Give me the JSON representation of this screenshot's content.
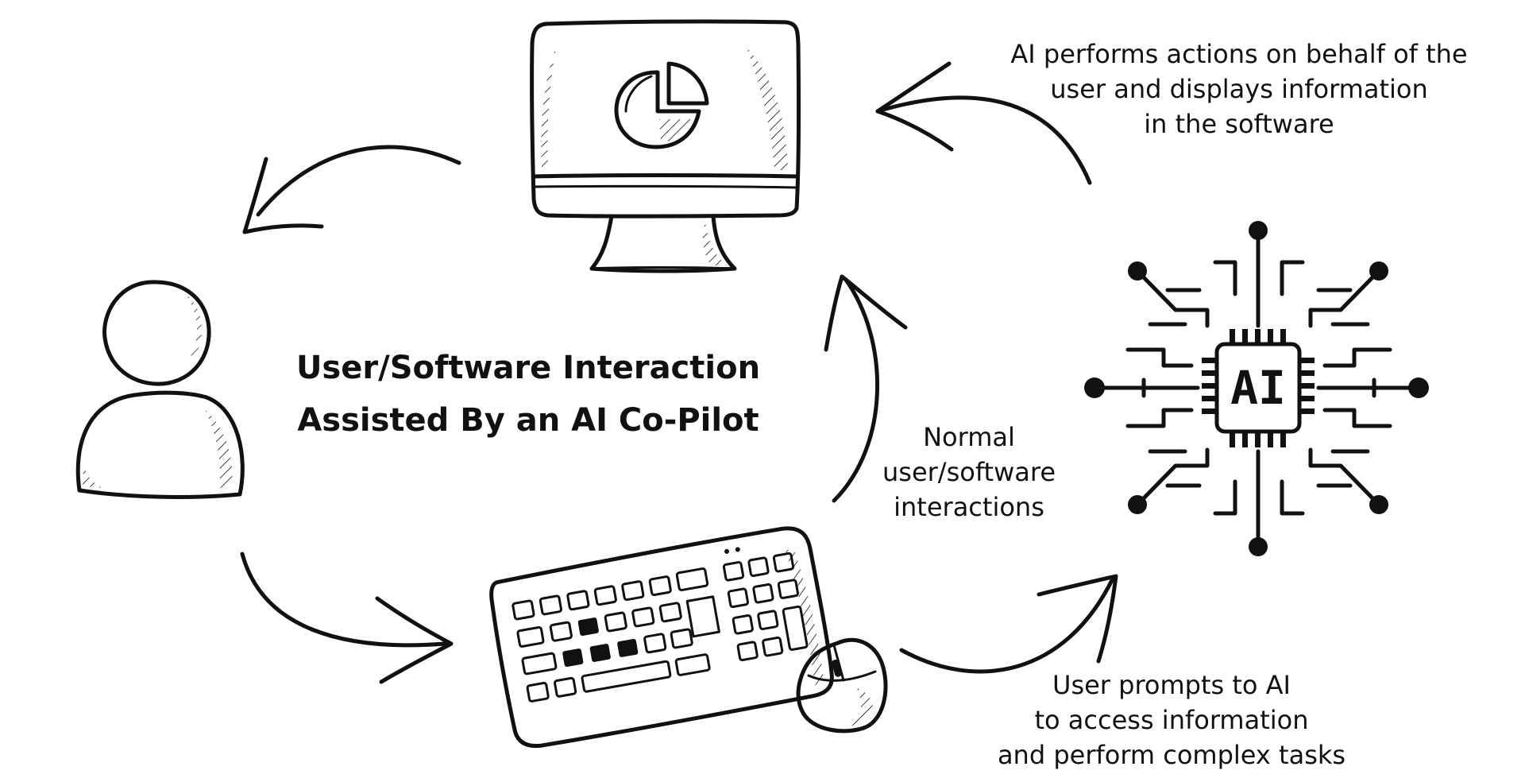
{
  "title": {
    "line1": "User/Software Interaction",
    "line2": "Assisted By an AI Co-Pilot"
  },
  "labels": {
    "ai_actions": [
      "AI performs actions on behalf of the",
      "user and displays information",
      "in the software"
    ],
    "normal": [
      "Normal",
      "user/software",
      "interactions"
    ],
    "prompts": [
      "User prompts to AI",
      "to access information",
      "and perform complex tasks"
    ]
  },
  "chip": {
    "text": "AI"
  },
  "icons": [
    "user-icon",
    "monitor-icon",
    "pie-chart-icon",
    "keyboard-icon",
    "mouse-icon",
    "ai-chip-icon"
  ],
  "colors": {
    "ink": "#111111",
    "background": "#ffffff"
  }
}
